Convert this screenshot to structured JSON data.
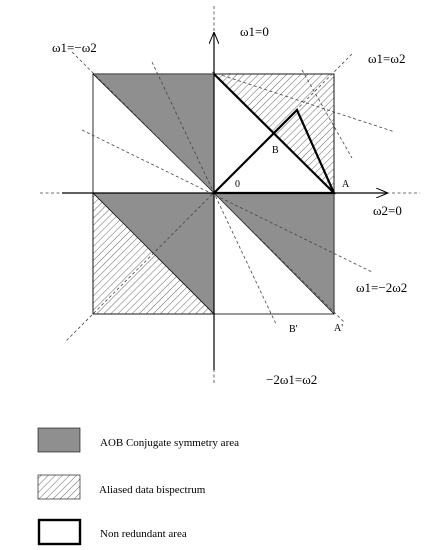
{
  "diagram": {
    "line_labels": {
      "w1_eq_neg_w2": "ω1=−ω2",
      "w1_eq_0": "ω1=0",
      "w1_eq_w2": "ω1=ω2",
      "w2_eq_0": "ω2=0",
      "w1_eq_neg_2w2": "ω1=−2ω2",
      "neg_2w1_eq_w2": "−2ω1=ω2"
    },
    "points": {
      "origin": "0",
      "A": "A",
      "B": "B",
      "B_prime": "B'",
      "A_prime": "A'"
    },
    "colors": {
      "conjugate_fill": "#8f8f8f",
      "hatch_line": "#555555",
      "axis": "#000000",
      "dashed": "#444444"
    }
  },
  "legend": {
    "items": [
      {
        "label": "AOB Conjugate symmetry area",
        "swatch": "gray-fill"
      },
      {
        "label": "Aliased data bispectrum",
        "swatch": "hatch"
      },
      {
        "label": "Non redundant area",
        "swatch": "thick-outline"
      }
    ]
  }
}
